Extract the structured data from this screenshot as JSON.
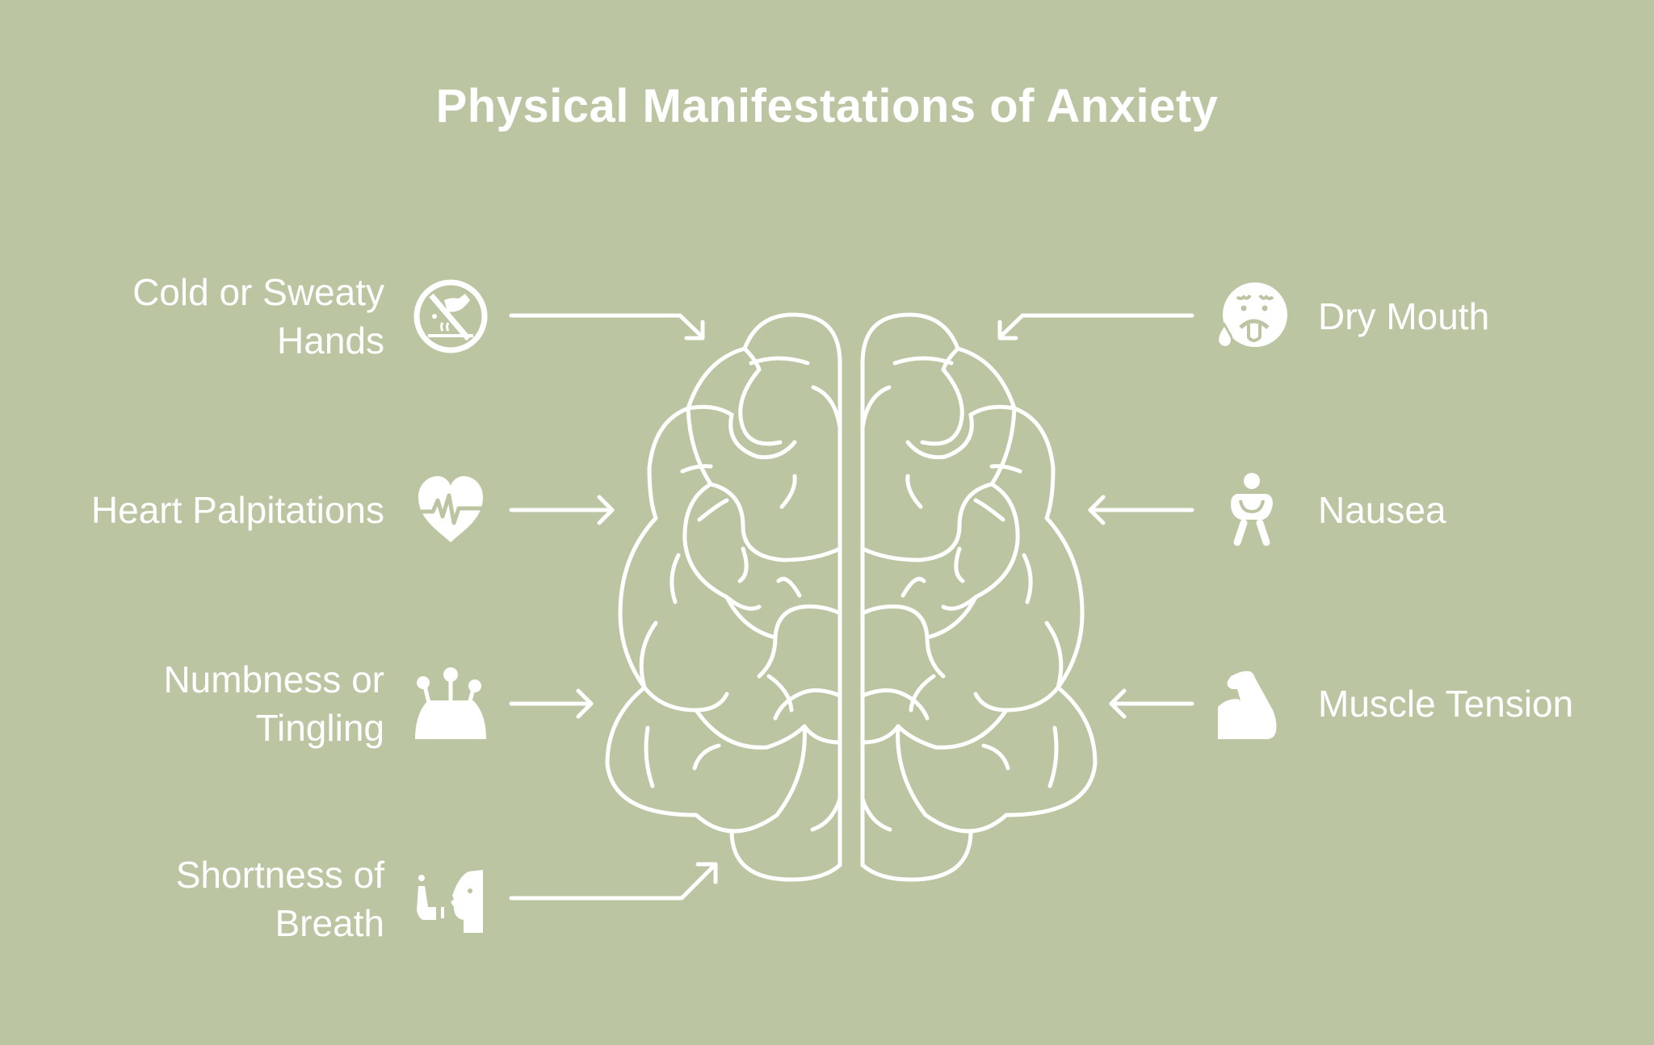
{
  "title": "Physical Manifestations of Anxiety",
  "colors": {
    "background": "#bbc5a2",
    "foreground": "#ffffff"
  },
  "left_items": [
    {
      "id": "cold-sweaty-hands",
      "lines": [
        "Cold or Sweaty",
        "Hands"
      ],
      "icon": "no-sweaty-hand-icon"
    },
    {
      "id": "heart-palpitations",
      "lines": [
        "Heart Palpitations"
      ],
      "icon": "heart-pulse-icon"
    },
    {
      "id": "numbness-tingling",
      "lines": [
        "Numbness or",
        "Tingling"
      ],
      "icon": "pin-cushion-icon"
    },
    {
      "id": "shortness-of-breath",
      "lines": [
        "Shortness of",
        "Breath"
      ],
      "icon": "inhaler-face-icon"
    }
  ],
  "right_items": [
    {
      "id": "dry-mouth",
      "lines": [
        "Dry Mouth"
      ],
      "icon": "dry-mouth-face-icon"
    },
    {
      "id": "nausea",
      "lines": [
        "Nausea"
      ],
      "icon": "nauseous-person-icon"
    },
    {
      "id": "muscle-tension",
      "lines": [
        "Muscle Tension"
      ],
      "icon": "flexed-bicep-icon"
    }
  ],
  "center": {
    "icon": "brain-icon"
  }
}
